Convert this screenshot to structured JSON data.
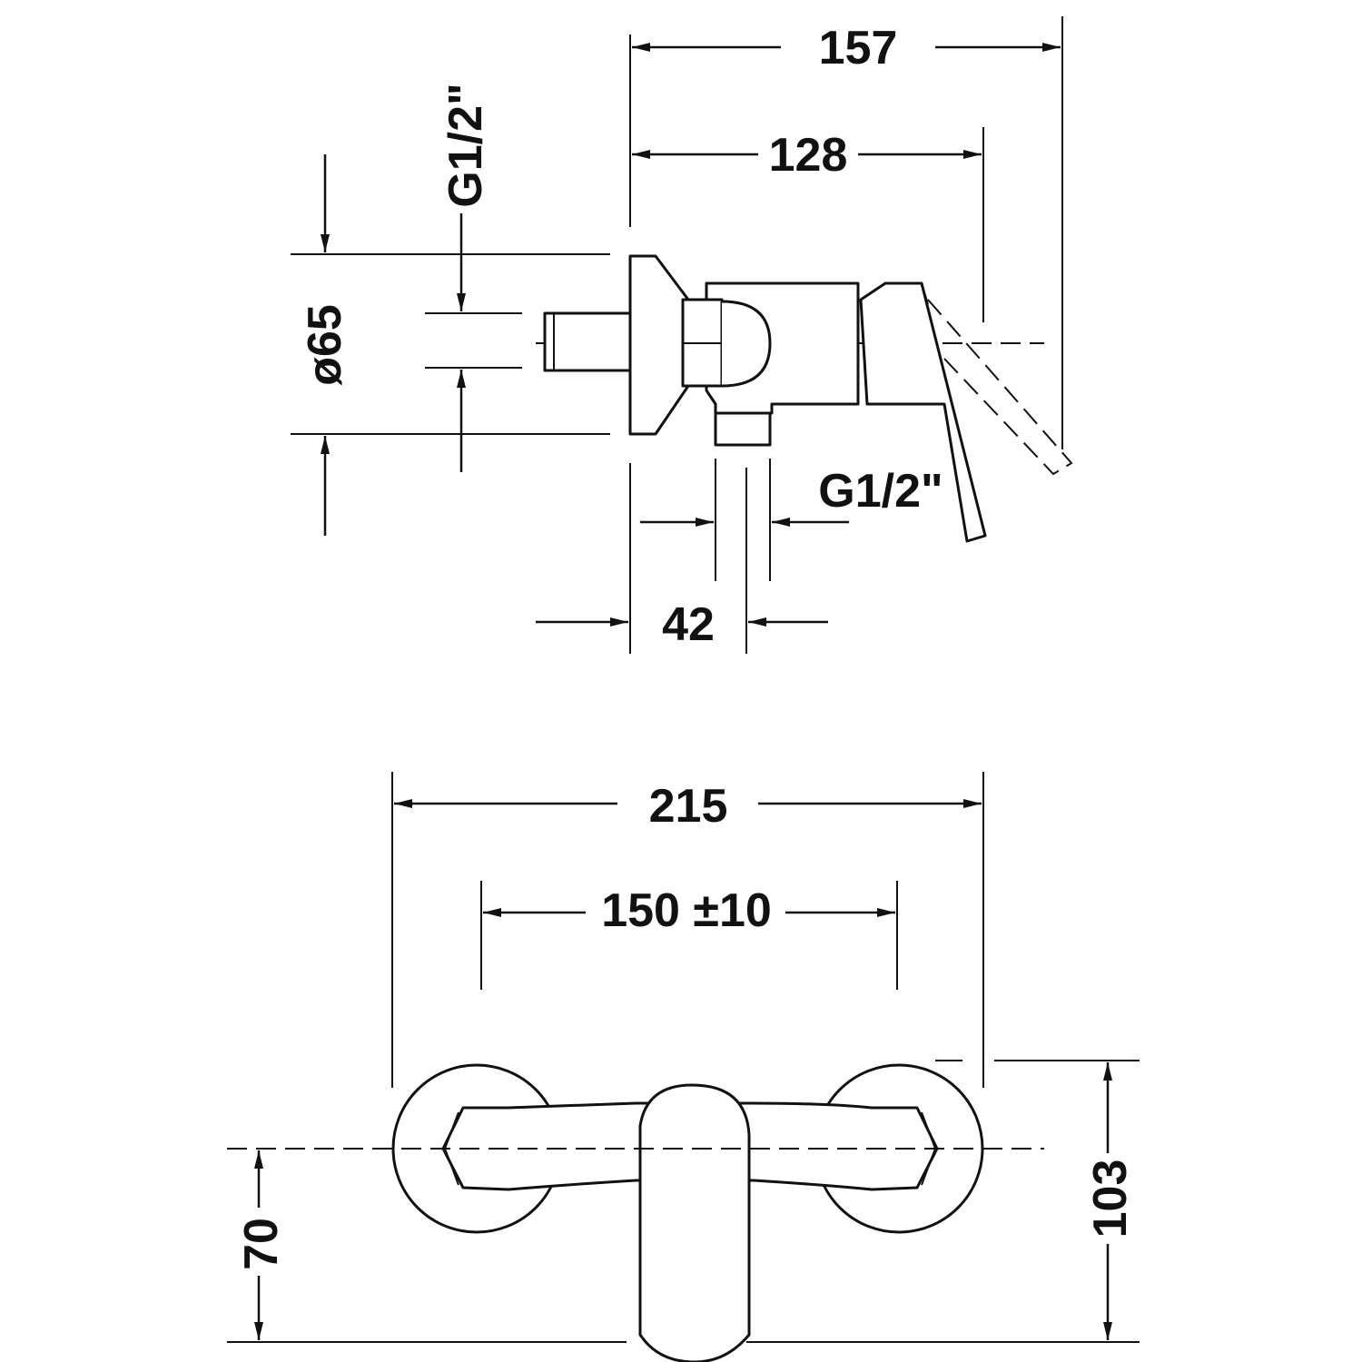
{
  "side_view": {
    "dim_overall_depth": "157",
    "dim_lever_depth": "128",
    "dim_inlet_thread": "G1/2\"",
    "dim_rosette_diameter": "ø65",
    "dim_outlet_thread": "G1/2\"",
    "dim_outlet_offset": "42"
  },
  "front_view": {
    "dim_overall_width": "215",
    "dim_centers": "150 ±10",
    "dim_center_height": "70",
    "dim_overall_height": "103"
  }
}
